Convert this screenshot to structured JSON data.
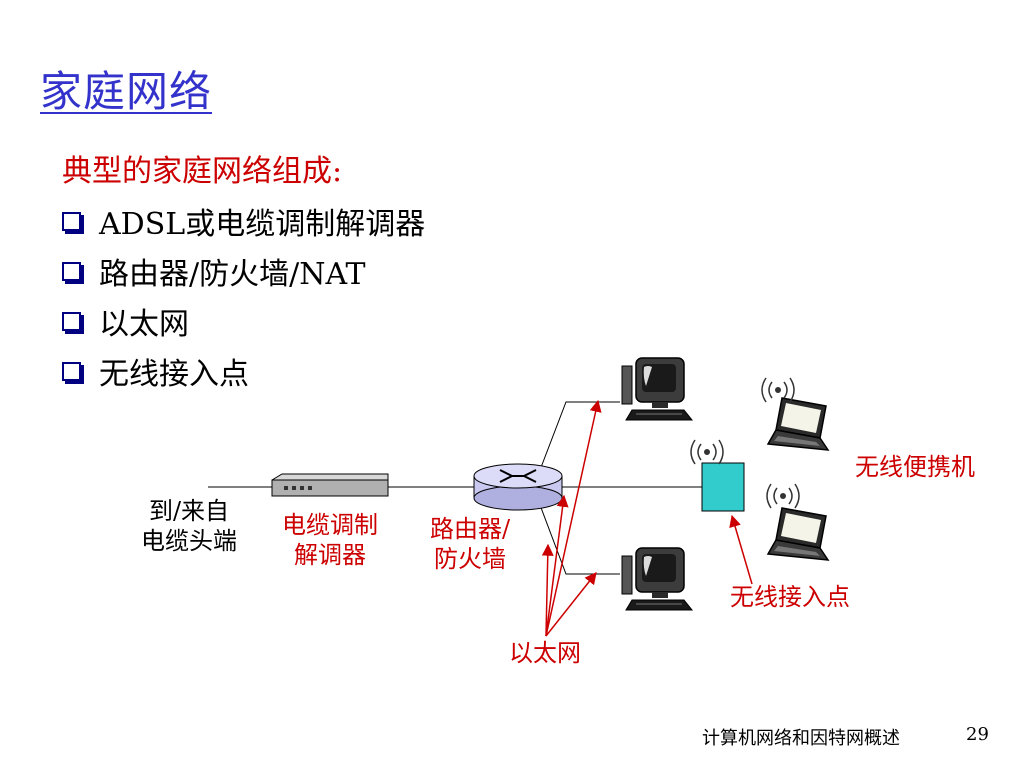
{
  "title": "家庭网络",
  "intro": "典型的家庭网络组成:",
  "bullets": [
    "ADSL或电缆调制解调器",
    "路由器/防火墙/NAT",
    "以太网",
    "无线接入点"
  ],
  "diagram": {
    "labels": {
      "to_from_cable": "到/来自\n电缆头端",
      "cable_modem": "电缆调制\n解调器",
      "router_firewall": "路由器/\n防火墙",
      "wireless_laptops": "无线便携机",
      "access_point": "无线接入点",
      "ethernet": "以太网"
    },
    "colors": {
      "label_red": "#cc0000",
      "router_fill": "#c8c8f0",
      "access_point_fill": "#33cccc",
      "title_blue": "#3333cc"
    },
    "icons": [
      "cable-modem-icon",
      "router-icon",
      "desktop-computer-icon",
      "laptop-icon",
      "wireless-signal-icon",
      "access-point-icon"
    ]
  },
  "footer": {
    "course": "计算机网络和因特网概述",
    "page": "29"
  }
}
